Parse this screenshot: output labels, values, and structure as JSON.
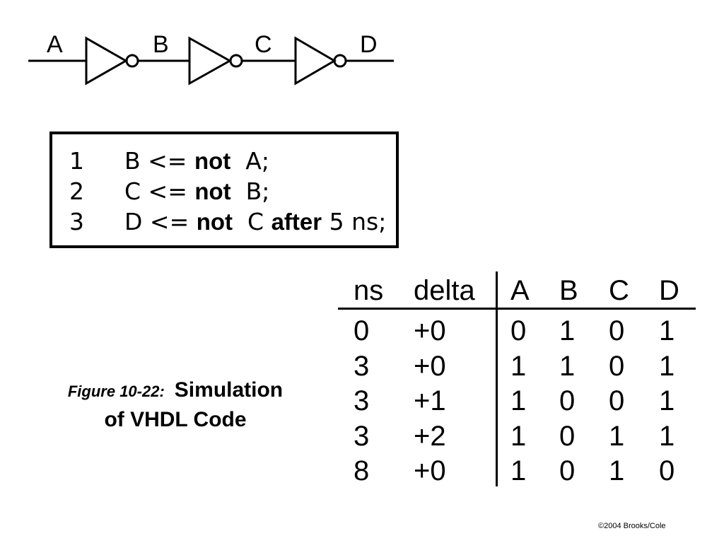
{
  "circuit": {
    "signals": [
      "A",
      "B",
      "C",
      "D"
    ],
    "gates": [
      "inverter",
      "inverter",
      "inverter"
    ]
  },
  "code": {
    "lines": [
      {
        "num": "1",
        "target": "B",
        "op": "<=",
        "kw": "not",
        "src": "A;",
        "kw2": "",
        "tail": ""
      },
      {
        "num": "2",
        "target": "C",
        "op": "<=",
        "kw": "not",
        "src": "B;",
        "kw2": "",
        "tail": ""
      },
      {
        "num": "3",
        "target": "D",
        "op": "<=",
        "kw": "not",
        "src": "C",
        "kw2": "after",
        "tail": "5 ns;"
      }
    ]
  },
  "caption": {
    "figure": "Figure 10-22:",
    "title_line1": "Simulation",
    "title_line2": "of VHDL Code"
  },
  "table": {
    "headers": [
      "ns",
      "delta",
      "A",
      "B",
      "C",
      "D"
    ],
    "rows": [
      [
        "0",
        "+0",
        "0",
        "1",
        "0",
        "1"
      ],
      [
        "3",
        "+0",
        "1",
        "1",
        "0",
        "1"
      ],
      [
        "3",
        "+1",
        "1",
        "0",
        "0",
        "1"
      ],
      [
        "3",
        "+2",
        "1",
        "0",
        "1",
        "1"
      ],
      [
        "8",
        "+0",
        "1",
        "0",
        "1",
        "0"
      ]
    ]
  },
  "footer": {
    "copyright": "©2004 Brooks/Cole"
  }
}
